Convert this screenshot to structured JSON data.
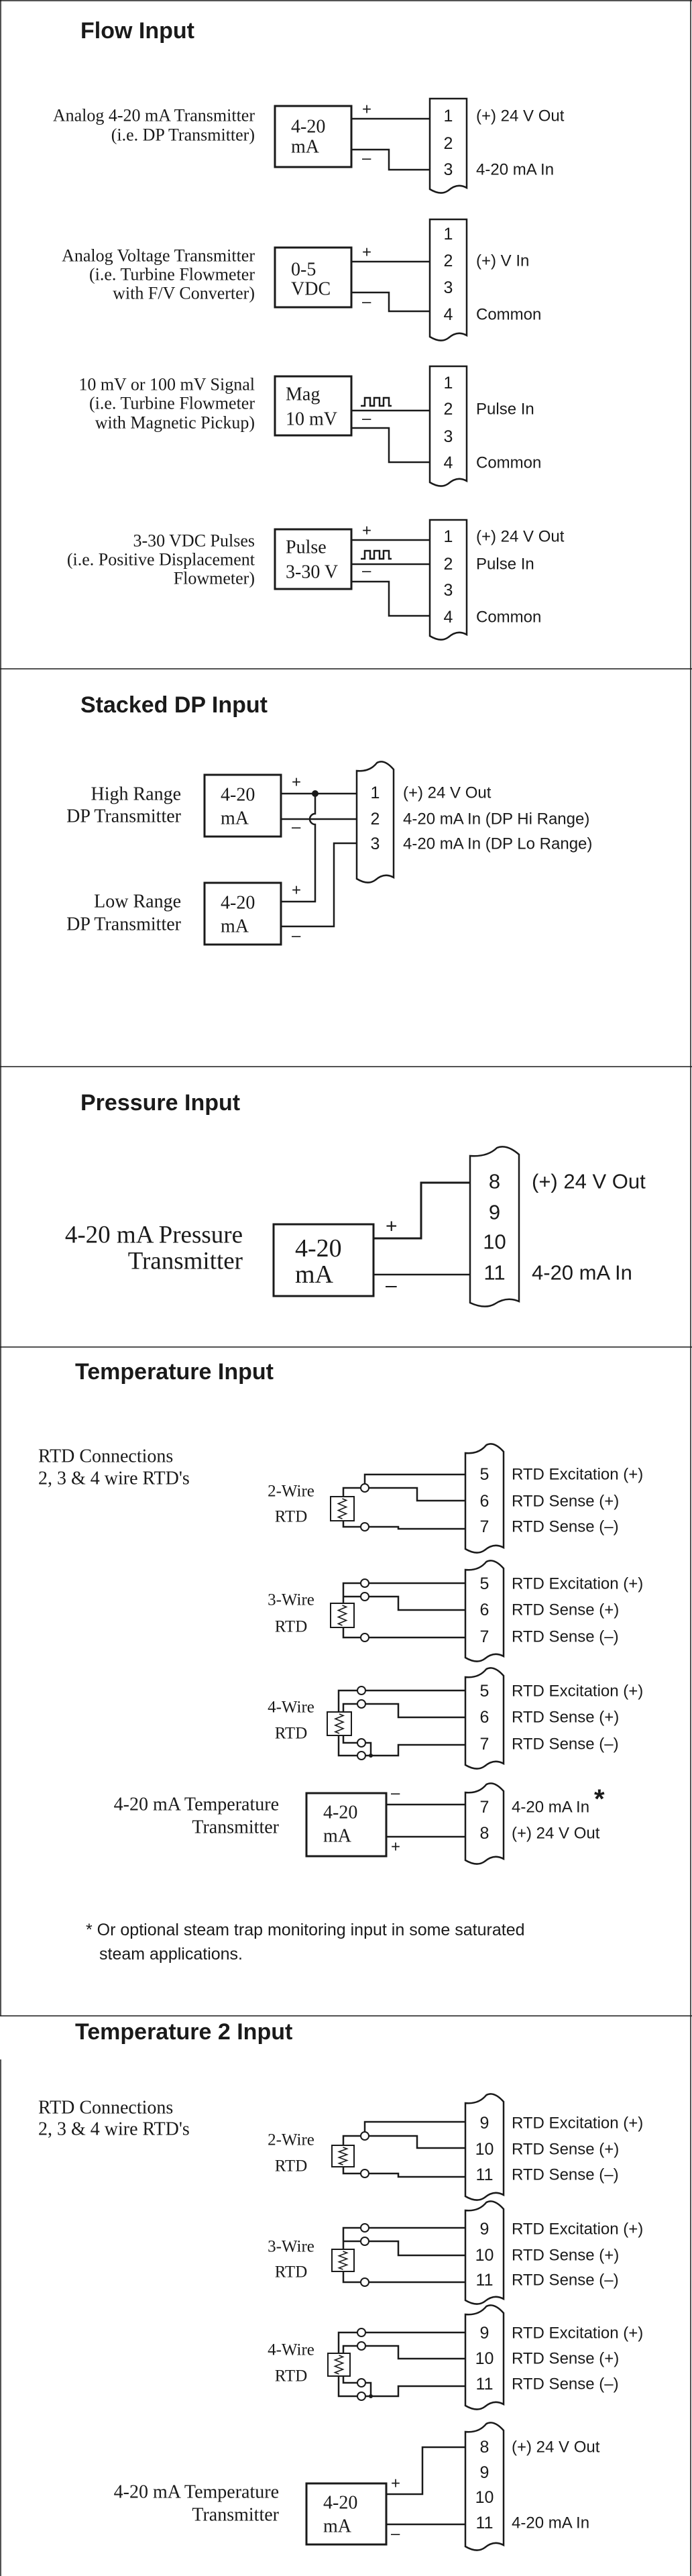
{
  "symbols": {
    "plus": "+",
    "minus": "–",
    "asterisk": "*"
  },
  "flow": {
    "title": "Flow Input",
    "diagrams": [
      {
        "label": [
          "Analog 4-20 mA Transmitter",
          "(i.e. DP Transmitter)"
        ],
        "box": [
          "4-20",
          "mA"
        ],
        "pins": [
          {
            "pin": "1",
            "label": "(+) 24 V Out"
          },
          {
            "pin": "2"
          },
          {
            "pin": "3",
            "label": "4-20 mA In"
          }
        ]
      },
      {
        "label": [
          "Analog Voltage Transmitter",
          "(i.e. Turbine Flowmeter",
          "with F/V Converter)"
        ],
        "box": [
          "0-5",
          "VDC"
        ],
        "pins": [
          {
            "pin": "1"
          },
          {
            "pin": "2",
            "label": "(+) V In"
          },
          {
            "pin": "3"
          },
          {
            "pin": "4",
            "label": "Common"
          }
        ]
      },
      {
        "label": [
          "10 mV or 100 mV Signal",
          "(i.e. Turbine Flowmeter",
          "with Magnetic Pickup)"
        ],
        "box": [
          "Mag",
          "10 mV"
        ],
        "pins": [
          {
            "pin": "1"
          },
          {
            "pin": "2",
            "label": "Pulse In"
          },
          {
            "pin": "3"
          },
          {
            "pin": "4",
            "label": "Common"
          }
        ]
      },
      {
        "label": [
          "3-30 VDC Pulses",
          "(i.e. Positive Displacement",
          "Flowmeter)"
        ],
        "box": [
          "Pulse",
          "3-30 V"
        ],
        "pins": [
          {
            "pin": "1",
            "label": "(+) 24 V Out"
          },
          {
            "pin": "2",
            "label": "Pulse In"
          },
          {
            "pin": "3"
          },
          {
            "pin": "4",
            "label": "Common"
          }
        ]
      }
    ]
  },
  "stacked": {
    "title": "Stacked DP Input",
    "high": {
      "label": [
        "High Range",
        "DP Transmitter"
      ],
      "box": [
        "4-20",
        "mA"
      ]
    },
    "low": {
      "label": [
        "Low Range",
        "DP Transmitter"
      ],
      "box": [
        "4-20",
        "mA"
      ]
    },
    "pins": [
      {
        "pin": "1",
        "label": "(+) 24 V Out"
      },
      {
        "pin": "2",
        "label": "4-20 mA In (DP Hi Range)"
      },
      {
        "pin": "3",
        "label": "4-20 mA In (DP Lo Range)"
      }
    ]
  },
  "pressure": {
    "title": "Pressure Input",
    "label": [
      "4-20 mA Pressure",
      "Transmitter"
    ],
    "box": [
      "4-20",
      "mA"
    ],
    "pins": [
      {
        "pin": "8",
        "label": "(+) 24 V Out"
      },
      {
        "pin": "9"
      },
      {
        "pin": "10"
      },
      {
        "pin": "11",
        "label": "4-20 mA In"
      }
    ]
  },
  "temp": {
    "title": "Temperature Input",
    "rtd_heading": [
      "RTD Connections",
      "2, 3 & 4 wire RTD's"
    ],
    "rtd": [
      {
        "label": [
          "2-Wire",
          "RTD"
        ],
        "pins": [
          {
            "pin": "5",
            "label": "RTD Excitation (+)"
          },
          {
            "pin": "6",
            "label": "RTD Sense (+)"
          },
          {
            "pin": "7",
            "label": "RTD Sense (–)"
          }
        ]
      },
      {
        "label": [
          "3-Wire",
          "RTD"
        ],
        "pins": [
          {
            "pin": "5",
            "label": "RTD Excitation (+)"
          },
          {
            "pin": "6",
            "label": "RTD Sense (+)"
          },
          {
            "pin": "7",
            "label": "RTD Sense (–)"
          }
        ]
      },
      {
        "label": [
          "4-Wire",
          "RTD"
        ],
        "pins": [
          {
            "pin": "5",
            "label": "RTD Excitation (+)"
          },
          {
            "pin": "6",
            "label": "RTD Sense (+)"
          },
          {
            "pin": "7",
            "label": "RTD Sense (–)"
          }
        ]
      }
    ],
    "transmitter": {
      "label": [
        "4-20 mA Temperature",
        "Transmitter"
      ],
      "box": [
        "4-20",
        "mA"
      ],
      "pins": [
        {
          "pin": "7",
          "label": "4-20 mA In"
        },
        {
          "pin": "8",
          "label": "(+) 24 V Out"
        }
      ]
    },
    "footnote": [
      "* Or optional steam trap monitoring input in some saturated",
      "steam applications."
    ]
  },
  "temp2": {
    "title": "Temperature 2 Input",
    "rtd_heading": [
      "RTD Connections",
      "2, 3 & 4 wire RTD's"
    ],
    "rtd": [
      {
        "label": [
          "2-Wire",
          "RTD"
        ],
        "pins": [
          {
            "pin": "9",
            "label": "RTD Excitation (+)"
          },
          {
            "pin": "10",
            "label": "RTD Sense (+)"
          },
          {
            "pin": "11",
            "label": "RTD Sense (–)"
          }
        ]
      },
      {
        "label": [
          "3-Wire",
          "RTD"
        ],
        "pins": [
          {
            "pin": "9",
            "label": "RTD Excitation (+)"
          },
          {
            "pin": "10",
            "label": "RTD Sense (+)"
          },
          {
            "pin": "11",
            "label": "RTD Sense (–)"
          }
        ]
      },
      {
        "label": [
          "4-Wire",
          "RTD"
        ],
        "pins": [
          {
            "pin": "9",
            "label": "RTD Excitation (+)"
          },
          {
            "pin": "10",
            "label": "RTD Sense (+)"
          },
          {
            "pin": "11",
            "label": "RTD Sense (–)"
          }
        ]
      }
    ],
    "transmitter": {
      "label": [
        "4-20 mA Temperature",
        "Transmitter"
      ],
      "box": [
        "4-20",
        "mA"
      ],
      "pins": [
        {
          "pin": "8",
          "label": "(+) 24 V Out"
        },
        {
          "pin": "9"
        },
        {
          "pin": "10"
        },
        {
          "pin": "11",
          "label": "4-20 mA In"
        }
      ]
    }
  }
}
